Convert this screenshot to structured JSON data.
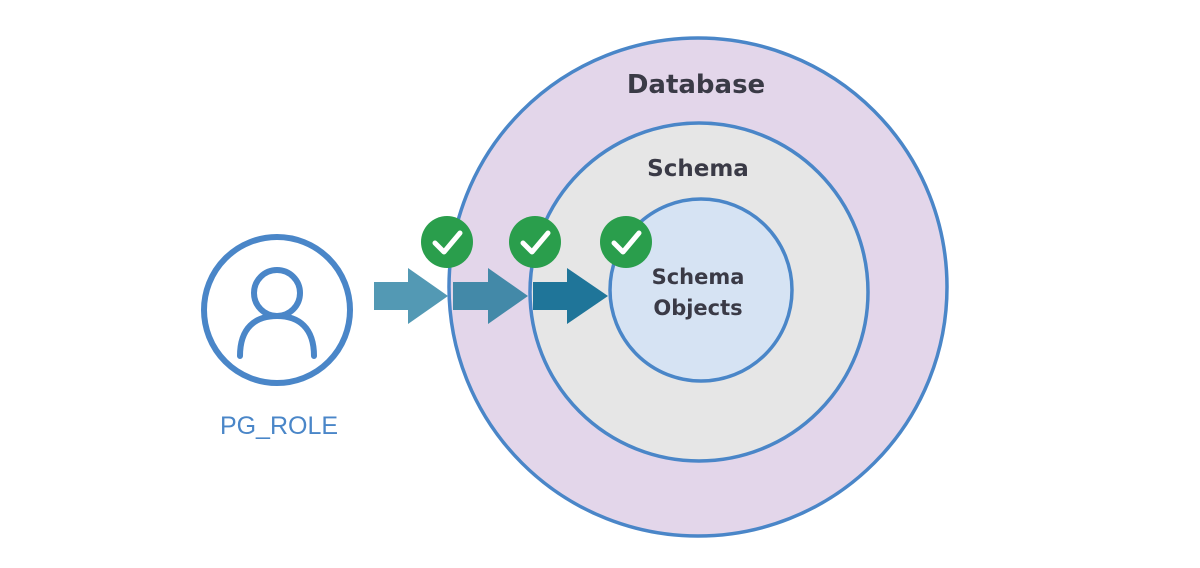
{
  "diagram": {
    "rings": {
      "database": {
        "label": "Database"
      },
      "schema": {
        "label": "Schema"
      },
      "objects": {
        "label_line1": "Schema",
        "label_line2": "Objects"
      }
    },
    "role": {
      "label": "PG_ROLE",
      "icon": "user-icon"
    },
    "checks": [
      {
        "icon": "check-icon",
        "status": "granted"
      },
      {
        "icon": "check-icon",
        "status": "granted"
      },
      {
        "icon": "check-icon",
        "status": "granted"
      }
    ],
    "colors": {
      "database_fill": "#e3d6ea",
      "schema_fill": "#e6e6e6",
      "objects_fill": "#d6e3f3",
      "ring_stroke": "#4a86c8",
      "role_color": "#4a86c8",
      "check_fill": "#2a9e4c",
      "arrow_1": "#5399b4",
      "arrow_2": "#4389a8",
      "arrow_3": "#1f7599"
    }
  }
}
